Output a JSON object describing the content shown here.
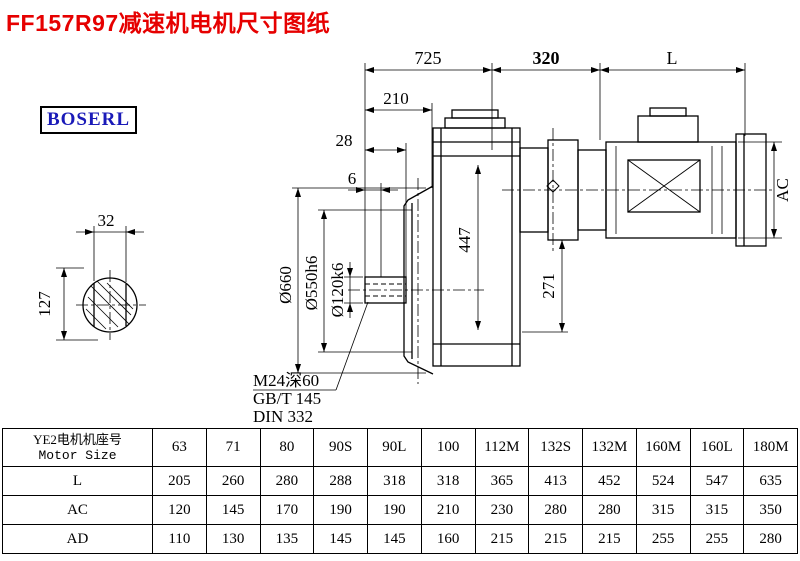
{
  "page": {
    "title": "FF157R97减速机电机尺寸图纸",
    "logo": "BOSERL",
    "colors": {
      "title_red": "#e60000",
      "logo_blue": "#1a1ab8",
      "line_black": "#000000"
    }
  },
  "drawing": {
    "dim_725": "725",
    "dim_320": "320",
    "dim_L": "L",
    "dim_210": "210",
    "dim_28": "28",
    "dim_6": "6",
    "dim_32": "32",
    "dim_127": "127",
    "dim_d660": "Ø660",
    "dim_d550": "Ø550h6",
    "dim_d120": "Ø120k6",
    "dim_447": "447",
    "dim_271": "271",
    "dim_AC": "AC",
    "note_1": "M24深60",
    "note_2": "GB/T 145",
    "note_3": "DIN 332"
  },
  "table": {
    "header": {
      "label_cn": "YE2电机机座号",
      "label_en": "Motor Size",
      "sizes": [
        "63",
        "71",
        "80",
        "90S",
        "90L",
        "100",
        "112M",
        "132S",
        "132M",
        "160M",
        "160L",
        "180M"
      ]
    },
    "rows": [
      {
        "label": "L",
        "values": [
          "205",
          "260",
          "280",
          "288",
          "318",
          "318",
          "365",
          "413",
          "452",
          "524",
          "547",
          "635"
        ]
      },
      {
        "label": "AC",
        "values": [
          "120",
          "145",
          "170",
          "190",
          "190",
          "210",
          "230",
          "280",
          "280",
          "315",
          "315",
          "350"
        ]
      },
      {
        "label": "AD",
        "values": [
          "110",
          "130",
          "135",
          "145",
          "145",
          "160",
          "215",
          "215",
          "215",
          "255",
          "255",
          "280"
        ]
      }
    ]
  }
}
